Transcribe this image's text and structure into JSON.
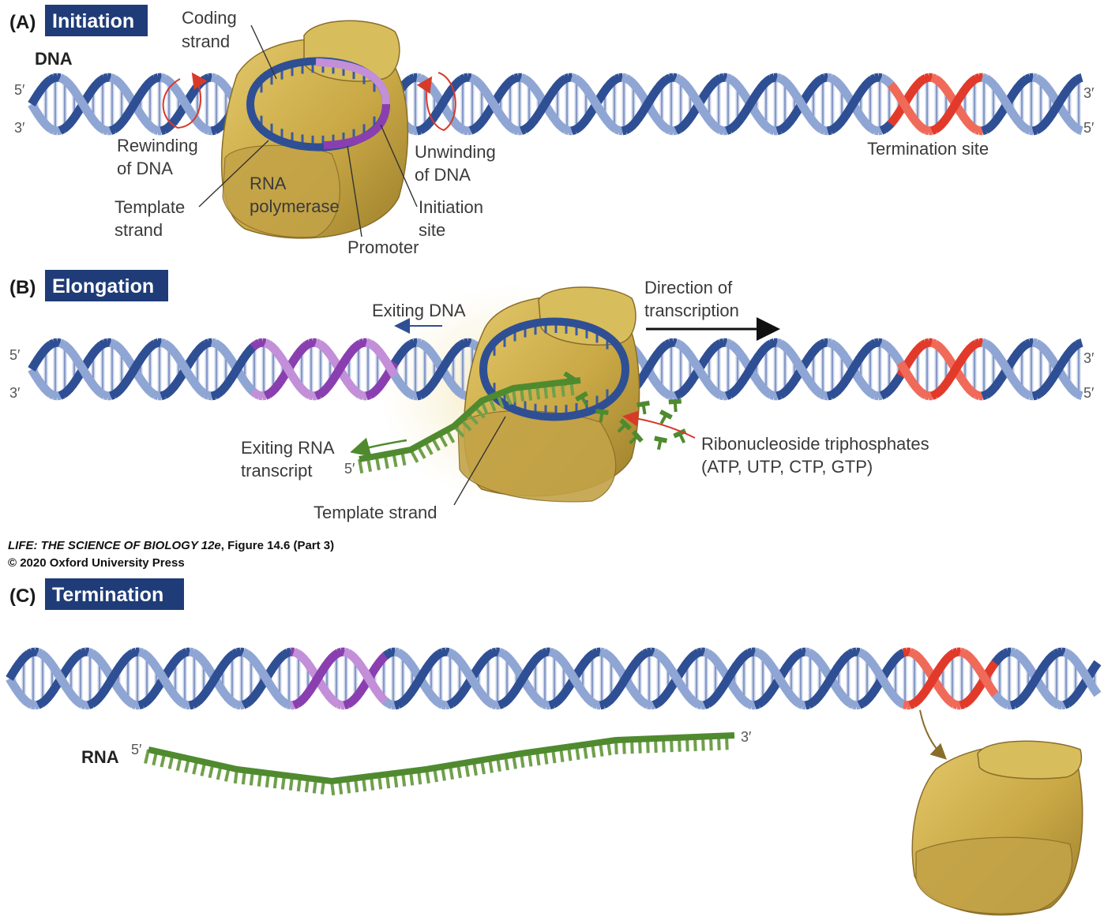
{
  "panels": {
    "a": {
      "letter": "(A)",
      "title": "Initiation"
    },
    "b": {
      "letter": "(B)",
      "title": "Elongation"
    },
    "c": {
      "letter": "(C)",
      "title": "Termination"
    }
  },
  "labels": {
    "dna": "DNA",
    "coding_strand": [
      "Coding",
      "strand"
    ],
    "rewinding": [
      "Rewinding",
      "of DNA"
    ],
    "template_strand_a": [
      "Template",
      "strand"
    ],
    "rna_polymerase": [
      "RNA",
      "polymerase"
    ],
    "promoter": "Promoter",
    "unwinding": [
      "Unwinding",
      "of DNA"
    ],
    "initiation_site": [
      "Initiation",
      "site"
    ],
    "termination_site": "Termination site",
    "exiting_dna": "Exiting DNA",
    "direction": [
      "Direction of",
      "transcription"
    ],
    "ntps": [
      "Ribonucleoside triphosphates",
      "(ATP, UTP, CTP, GTP)"
    ],
    "exiting_rna": [
      "Exiting RNA",
      "transcript"
    ],
    "template_strand_b": "Template strand",
    "rna": "RNA"
  },
  "ends": {
    "five": "5′",
    "three": "3′"
  },
  "credit": {
    "book": "LIFE: THE SCIENCE OF BIOLOGY 12e",
    "figure": ", Figure 14.6 (Part 3)",
    "copyright": "© 2020 Oxford University Press"
  },
  "colors": {
    "dna_dark": "#2f4f94",
    "dna_light": "#8fa6d4",
    "promoter": "#8a3fb0",
    "termination": "#e23a2a",
    "rna": "#4f8a2f",
    "polymerase": "#c9aa4a",
    "tag": "#1f3c78"
  }
}
